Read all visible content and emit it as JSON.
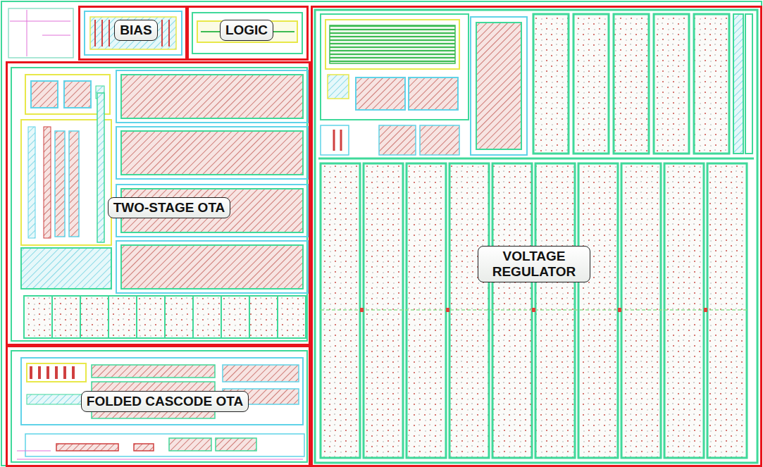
{
  "diagram": {
    "nodes": [
      {
        "text": [
          "BIAS"
        ]
      },
      {
        "text": [
          "LOGIC"
        ]
      },
      {
        "text": [
          "TWO-STAGE OTA"
        ]
      },
      {
        "text": [
          "VOLTAGE REGULATOR"
        ]
      },
      {
        "text": [
          "FOLDED CASCODE OTA"
        ]
      }
    ]
  }
}
